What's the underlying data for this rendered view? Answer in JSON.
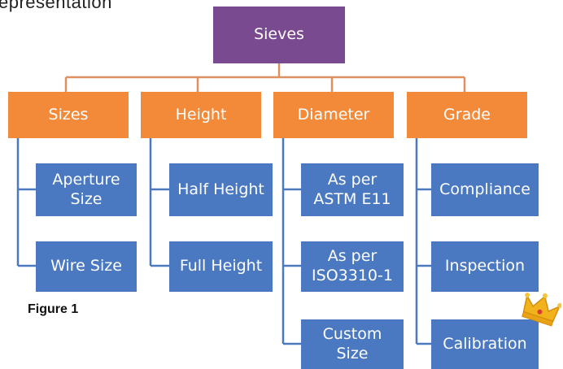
{
  "heading": "epresentation",
  "figure_caption": "Figure 1",
  "root": {
    "label": "Sieves"
  },
  "categories": [
    {
      "label": "Sizes",
      "items": [
        "Aperture\nSize",
        "Wire Size"
      ]
    },
    {
      "label": "Height",
      "items": [
        "Half Height",
        "Full Height"
      ]
    },
    {
      "label": "Diameter",
      "items": [
        "As per\nASTM E11",
        "As per\nISO3310-1",
        "Custom\nSize"
      ]
    },
    {
      "label": "Grade",
      "items": [
        "Compliance",
        "Inspection",
        "Calibration"
      ]
    }
  ],
  "colors": {
    "root": "#7a4a91",
    "category": "#f28a3a",
    "item": "#4a78c1",
    "connector": "#e09060",
    "crown": "#f2b21c"
  },
  "decorations": {
    "crown_icon": "crown-icon"
  }
}
